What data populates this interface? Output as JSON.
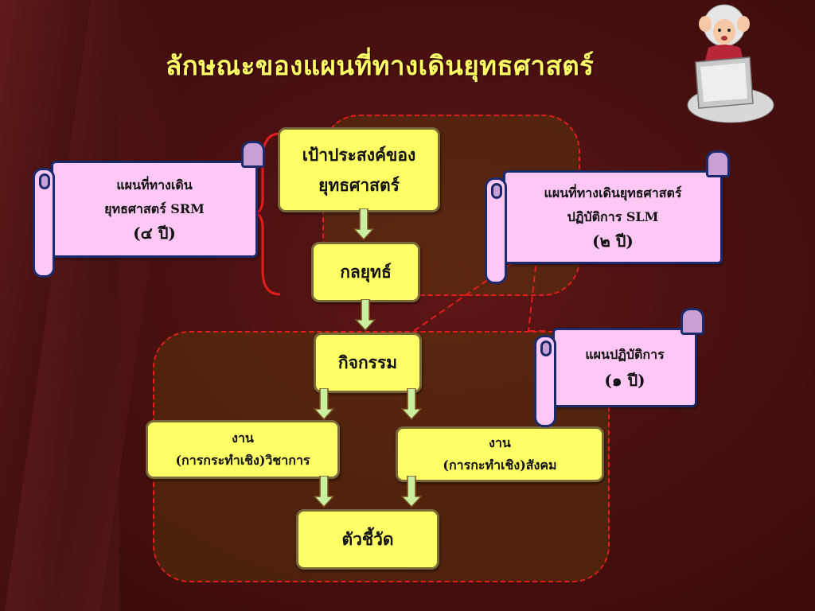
{
  "title": "ลักษณะของแผนที่ทางเดินยุทธศาสตร์",
  "nodes": {
    "objective": [
      "เป้าประสงค์ของ",
      "ยุทธศาสตร์"
    ],
    "strategy": "กลยุทธ์",
    "activity": "กิจกรรม",
    "work_academic": [
      "งาน",
      "(การกระทำเชิง)วิชาการ"
    ],
    "work_social": [
      "งาน",
      "(การกะทำเชิง)สังคม"
    ],
    "indicator": "ตัวชี้วัด"
  },
  "scrolls": {
    "srm": [
      "แผนที่ทางเดิน",
      "ยุทธศาสตร์ SRM",
      "(๔ ปี)"
    ],
    "slm": [
      "แผนที่ทางเดินยุทธศาสตร์",
      "ปฏิบัติการ SLM",
      "(๒ ปี)"
    ],
    "action": [
      "แผนปฏิบัติการ",
      "(๑ ปี)"
    ]
  },
  "colors": {
    "node_fill": "#ffff66",
    "scroll_fill": "#ffc8f4",
    "zone_border": "#e21d1d",
    "title": "#ffff66",
    "arrow": "#c8f0a0"
  },
  "icons": {
    "avatar": "stressed-person-at-computer-icon"
  }
}
